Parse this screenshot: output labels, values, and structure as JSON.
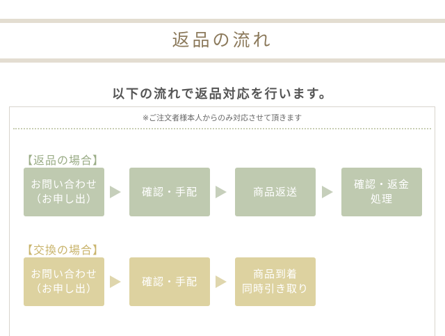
{
  "header": {
    "title": "返品の流れ"
  },
  "intro": {
    "subtitle": "以下の流れで返品対応を行います。",
    "note": "※ご注文者様本人からのみ対応させて頂きます"
  },
  "return_flow": {
    "title": "【返品の場合】",
    "steps": [
      {
        "line1": "お問い合わせ",
        "line2": "（お申し出）"
      },
      {
        "line1": "確認・手配",
        "line2": ""
      },
      {
        "line1": "商品返送",
        "line2": ""
      },
      {
        "line1": "確認・返金",
        "line2": "処理"
      }
    ]
  },
  "exchange_flow": {
    "title": "【交換の場合】",
    "steps": [
      {
        "line1": "お問い合わせ",
        "line2": "（お申し出）"
      },
      {
        "line1": "確認・手配",
        "line2": ""
      },
      {
        "line1": "商品到着",
        "line2": "同時引き取り"
      }
    ]
  },
  "colors": {
    "return_box": "#bfcab0",
    "exchange_box": "#ddd2a0",
    "return_heading": "#9aac86",
    "exchange_heading": "#c9b46c",
    "title_text": "#8c7a5c",
    "band": "#e3ddd1"
  },
  "icons": {
    "step_arrow": "triangle-right-icon"
  }
}
